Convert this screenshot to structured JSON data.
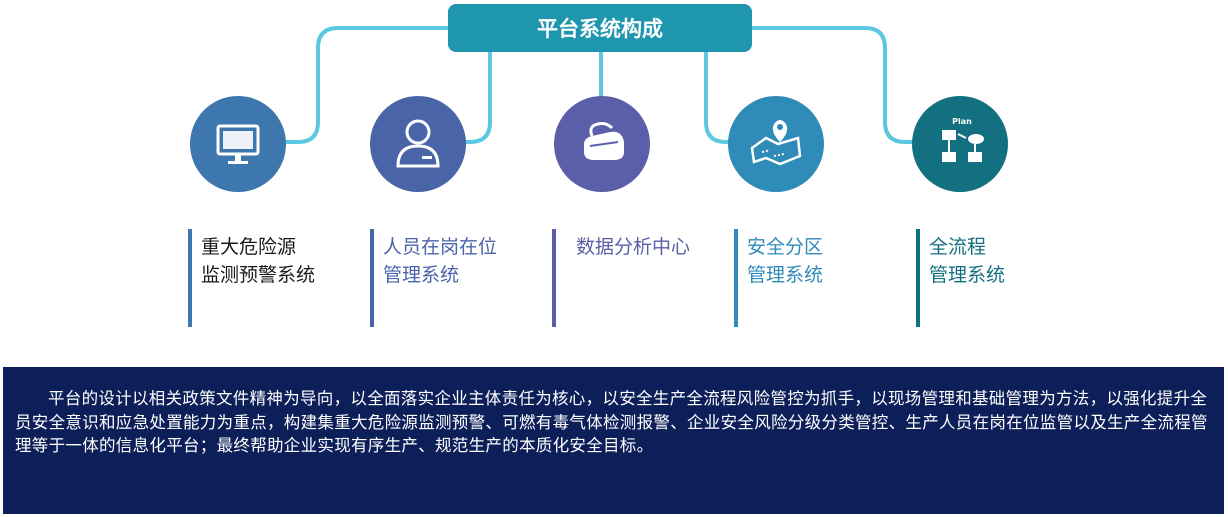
{
  "title": "平台系统构成",
  "colors": {
    "title_bg": "#1e96ad",
    "connector": "#5bc8e0",
    "description_bg": "#0d1f58"
  },
  "modules": [
    {
      "icon": "monitor-icon",
      "color": "#3e77ad",
      "label_lines": [
        "重大危险源",
        "监测预警系统"
      ]
    },
    {
      "icon": "user-icon",
      "color": "#4a64a8",
      "label_lines": [
        "人员在岗在位",
        "管理系统"
      ]
    },
    {
      "icon": "mouse-icon",
      "color": "#5b5ea8",
      "label_lines": [
        "数据分析中心"
      ]
    },
    {
      "icon": "map-pin-icon",
      "color": "#2f8bb8",
      "label_lines": [
        "安全分区",
        "管理系统"
      ]
    },
    {
      "icon": "flowchart-icon",
      "color": "#137080",
      "label_lines": [
        "全流程",
        "管理系统"
      ],
      "icon_text": "Plan"
    }
  ],
  "description": "平台的设计以相关政策文件精神为导向，以全面落实企业主体责任为核心，以安全生产全流程风险管控为抓手，以现场管理和基础管理为方法，以强化提升全员安全意识和应急处置能力为重点，构建集重大危险源监测预警、可燃有毒气体检测报警、企业安全风险分级分类管控、生产人员在岗在位监管以及生产全流程管理等于一体的信息化平台；最终帮助企业实现有序生产、规范生产的本质化安全目标。"
}
